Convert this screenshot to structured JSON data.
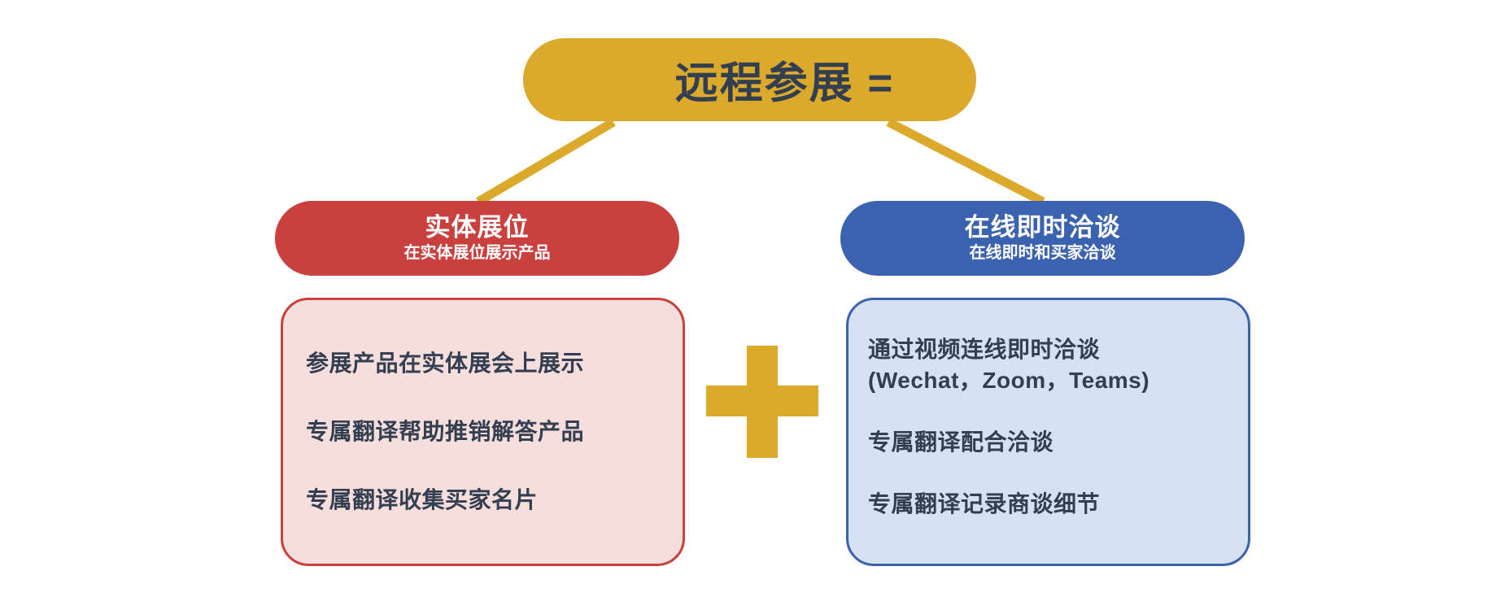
{
  "diagram": {
    "title": "远程参展 =",
    "operator": "+",
    "colors": {
      "root": "#DBA92B",
      "root_text": "#333F50",
      "left_accent": "#C9403F",
      "left_fill": "#F5DEDC",
      "right_accent": "#3B62AE",
      "right_fill": "#D6E2F2",
      "body_text": "#333F50",
      "connector": "#DBA92B",
      "background": "#FFFFFF"
    },
    "branches": [
      {
        "id": "left",
        "header_title": "实体展位",
        "header_subtitle": "在实体展位展示产品",
        "items": [
          "参展产品在实体展会上展示",
          "专属翻译帮助推销解答产品",
          "专属翻译收集买家名片"
        ]
      },
      {
        "id": "right",
        "header_title": "在线即时洽谈",
        "header_subtitle": "在线即时和买家洽谈",
        "items": [
          "通过视频连线即时洽谈",
          "(Wechat，Zoom，Teams)",
          "专属翻译配合洽谈",
          "专属翻译记录商谈细节"
        ]
      }
    ]
  }
}
